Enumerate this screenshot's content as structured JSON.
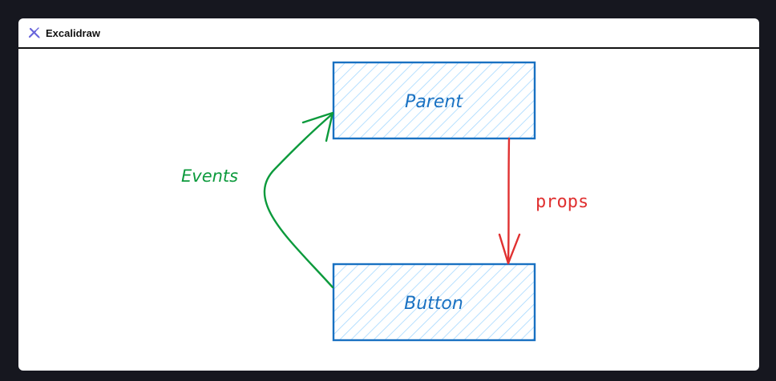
{
  "app": {
    "title": "Excalidraw",
    "icon": "excalidraw-logo-icon"
  },
  "diagram": {
    "nodes": [
      {
        "id": "parent",
        "label": "Parent",
        "color": "#1971c2",
        "fill": "#a5d8ff"
      },
      {
        "id": "button",
        "label": "Button",
        "color": "#1971c2",
        "fill": "#a5d8ff"
      }
    ],
    "edges": [
      {
        "from": "parent",
        "to": "button",
        "label": "props",
        "color": "#e03131"
      },
      {
        "from": "button",
        "to": "parent",
        "label": "Events",
        "color": "#0c9a3c"
      }
    ]
  }
}
